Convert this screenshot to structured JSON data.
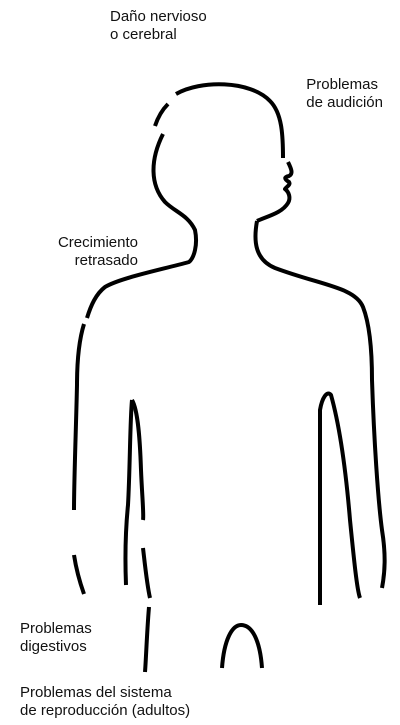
{
  "labels": {
    "brain": [
      "Daño nervioso",
      "o cerebral"
    ],
    "hearing": [
      "Problemas",
      "de audición"
    ],
    "growth": [
      "Crecimiento",
      "retrasado"
    ],
    "digestive": [
      "Problemas",
      "digestivos"
    ],
    "reproductive": [
      "Problemas del sistema",
      "de reproducción (adultos)"
    ]
  }
}
